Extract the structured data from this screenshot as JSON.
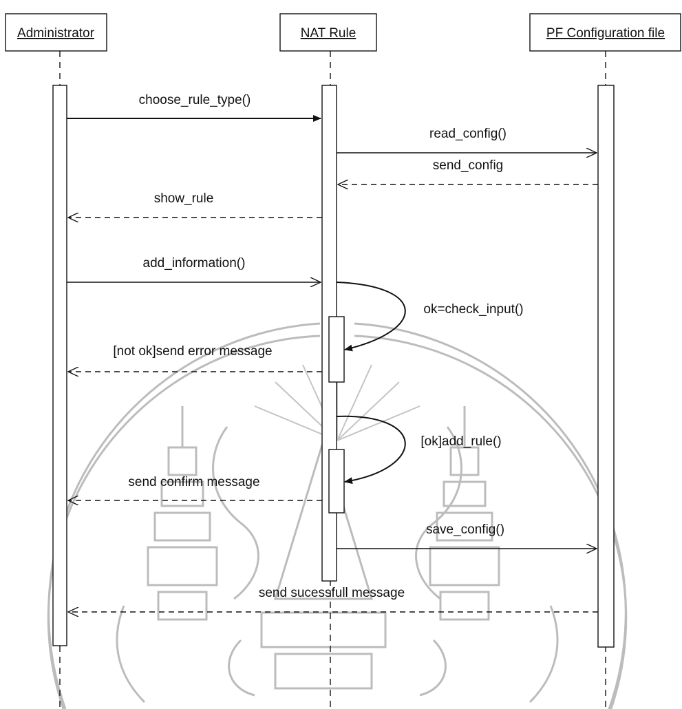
{
  "lifelines": [
    {
      "id": "admin",
      "label": "Administrator"
    },
    {
      "id": "nat",
      "label": "NAT Rule"
    },
    {
      "id": "pf",
      "label": "PF Configuration file"
    }
  ],
  "messages": [
    {
      "id": "choose_rule_type",
      "label": "choose_rule_type()",
      "from": "admin",
      "to": "nat",
      "kind": "sync"
    },
    {
      "id": "read_config",
      "label": "read_config()",
      "from": "nat",
      "to": "pf",
      "kind": "call"
    },
    {
      "id": "send_config",
      "label": "send_config",
      "from": "pf",
      "to": "nat",
      "kind": "return"
    },
    {
      "id": "show_rule",
      "label": "show_rule",
      "from": "nat",
      "to": "admin",
      "kind": "return"
    },
    {
      "id": "add_information",
      "label": "add_information()",
      "from": "admin",
      "to": "nat",
      "kind": "call"
    },
    {
      "id": "check_input",
      "label": "ok=check_input()",
      "from": "nat",
      "to": "nat",
      "kind": "self"
    },
    {
      "id": "send_error",
      "label": "[not ok]send error message",
      "from": "nat",
      "to": "admin",
      "kind": "return"
    },
    {
      "id": "add_rule",
      "label": "[ok]add_rule()",
      "from": "nat",
      "to": "nat",
      "kind": "self"
    },
    {
      "id": "send_confirm",
      "label": "send confirm message",
      "from": "nat",
      "to": "admin",
      "kind": "return"
    },
    {
      "id": "save_config",
      "label": "save_config()",
      "from": "nat",
      "to": "pf",
      "kind": "call"
    },
    {
      "id": "send_success",
      "label": "send sucessfull message",
      "from": "pf",
      "to": "admin",
      "kind": "return"
    }
  ],
  "watermark": {
    "type": "university-seal",
    "color": "#bcbcbc"
  }
}
